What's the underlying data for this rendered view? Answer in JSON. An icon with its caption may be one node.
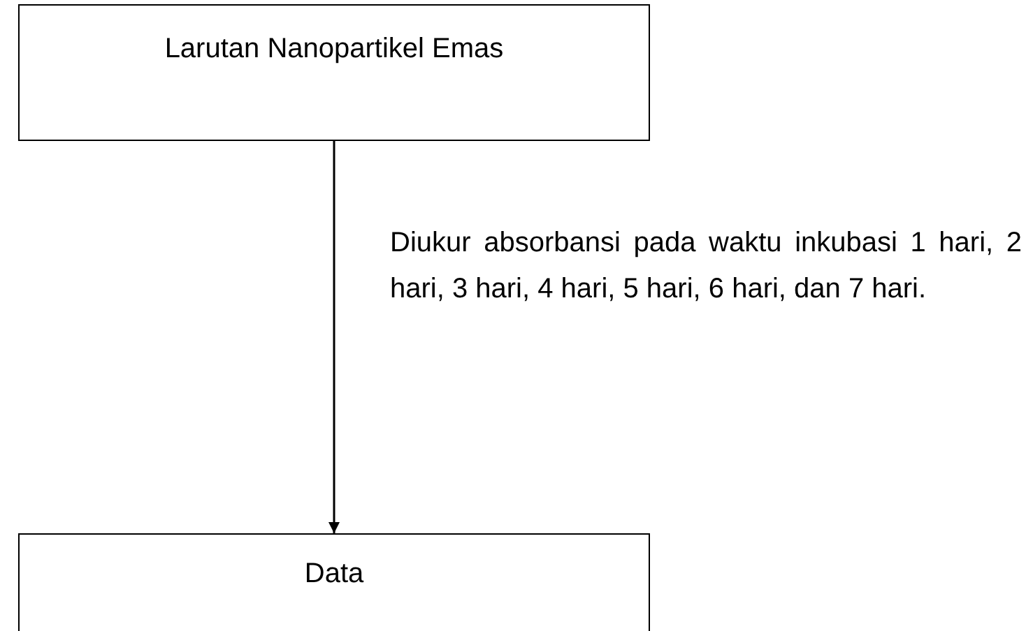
{
  "diagram": {
    "nodes": [
      {
        "text": [
          "Larutan Nanopartikel Emas"
        ]
      },
      {
        "text": [
          "Data"
        ]
      }
    ],
    "edges": [
      {
        "from": 0,
        "to": 1,
        "arrow": "to",
        "label": "Diukur absorbansi pada waktu inkubasi 1 hari, 2 hari, 3 hari, 4 hari, 5 hari, 6 hari, dan 7 hari."
      }
    ]
  }
}
